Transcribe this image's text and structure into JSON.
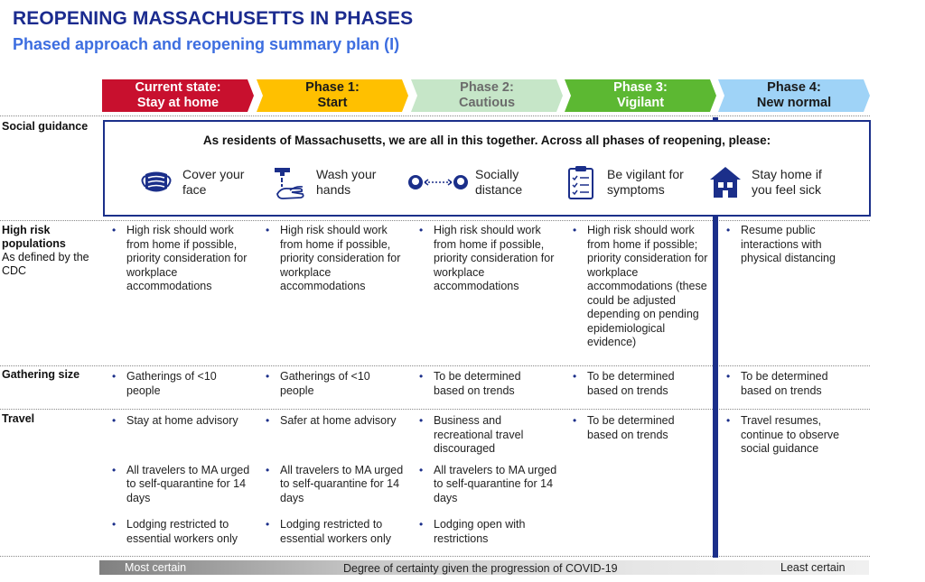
{
  "title": "REOPENING MASSACHUSETTS IN PHASES",
  "subtitle": "Phased approach and reopening summary plan (I)",
  "phases": [
    {
      "line1": "Current state:",
      "line2": "Stay at home",
      "color": "#c8102e",
      "text_color": "#ffffff"
    },
    {
      "line1": "Phase 1:",
      "line2": "Start",
      "color": "#ffc000",
      "text_color": "#1a1a1a"
    },
    {
      "line1": "Phase 2:",
      "line2": "Cautious",
      "color": "#c6e6c8",
      "text_color": "#6b6b6b"
    },
    {
      "line1": "Phase 3:",
      "line2": "Vigilant",
      "color": "#5cb832",
      "text_color": "#ffffff"
    },
    {
      "line1": "Phase 4:",
      "line2": "New normal",
      "color": "#9fd3f7",
      "text_color": "#1a1a1a"
    }
  ],
  "row_labels": {
    "social": "Social guidance",
    "high_risk": "High risk populations",
    "high_risk_sub": "As defined by the CDC",
    "gathering": "Gathering size",
    "travel": "Travel"
  },
  "social_guidance": {
    "lead": "As residents of Massachusetts, we are all in this together. Across all phases of reopening, please:",
    "items": [
      {
        "label": "Cover your face",
        "icon": "mask-icon"
      },
      {
        "label": "Wash your hands",
        "icon": "hand-wash-icon"
      },
      {
        "label": "Socially distance",
        "icon": "distance-icon"
      },
      {
        "label": "Be vigilant for symptoms",
        "icon": "checklist-icon"
      },
      {
        "label": "Stay home if you feel sick",
        "icon": "house-icon"
      }
    ]
  },
  "high_risk": [
    "High risk should work from home if possible, priority consideration for workplace accommodations",
    "High risk should work from home if possible, priority consideration for workplace accommodations",
    "High risk should work from home if possible, priority consideration for workplace accommodations",
    "High risk should work from home if possible; priority consideration for workplace accommodations (these could be adjusted depending on pending epidemiological evidence)",
    "Resume public interactions with physical distancing"
  ],
  "gathering": [
    "Gatherings of <10 people",
    "Gatherings of <10 people",
    "To be determined based on trends",
    "To be determined based on trends",
    "To be determined based on trends"
  ],
  "travel": [
    [
      "Stay at home advisory",
      "All travelers to MA urged to self-quarantine for 14 days",
      "Lodging restricted to essential workers only"
    ],
    [
      "Safer at home advisory",
      "All travelers to MA urged to self-quarantine for 14 days",
      "Lodging restricted to essential workers only"
    ],
    [
      "Business and recreational travel discouraged",
      "All travelers to MA urged to self-quarantine for 14 days",
      "Lodging open with restrictions"
    ],
    [
      "To be determined based on trends"
    ],
    [
      "Travel resumes, continue to observe social guidance"
    ]
  ],
  "certainty": {
    "left": "Most certain",
    "middle": "Degree of certainty given the progression of COVID-19",
    "right": "Least certain"
  }
}
